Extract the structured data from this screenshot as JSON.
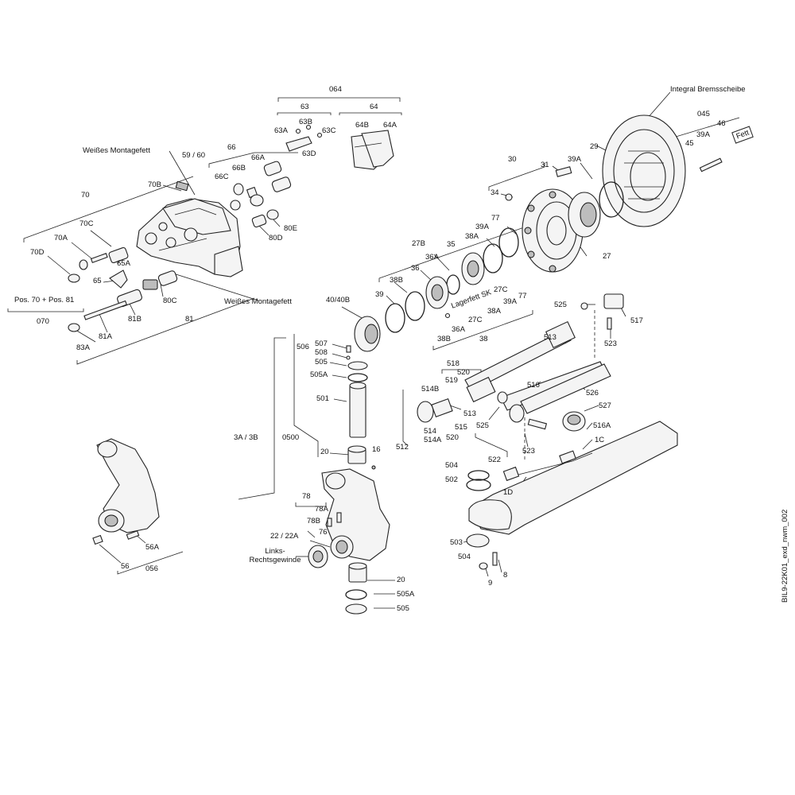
{
  "labels": {
    "064": "064",
    "63": "63",
    "64": "64",
    "63A": "63A",
    "63B": "63B",
    "63C": "63C",
    "63D": "63D",
    "64B": "64B",
    "64A": "64A",
    "66": "66",
    "66A": "66A",
    "66B": "66B",
    "66C": "66C",
    "59_60": "59 / 60",
    "70": "70",
    "70B": "70B",
    "70C": "70C",
    "70A": "70A",
    "70D": "70D",
    "65A": "65A",
    "65": "65",
    "80C": "80C",
    "80D": "80D",
    "80E": "80E",
    "81B": "81B",
    "81A": "81A",
    "81": "81",
    "83A": "83A",
    "070": "070",
    "045": "045",
    "46": "46",
    "39A_t": "39A",
    "45": "45",
    "29": "29",
    "30": "30",
    "31": "31",
    "39A_m": "39A",
    "34": "34",
    "77_t": "77",
    "39A_l": "39A",
    "38A_t": "38A",
    "27B": "27B",
    "35": "35",
    "36A_t": "36A",
    "36": "36",
    "27": "27",
    "38B_t": "38B",
    "39": "39",
    "40_40B": "40/40B",
    "27C": "27C",
    "77_b": "77",
    "39A_b": "39A",
    "38A_b": "38A",
    "27C_b": "27C",
    "36A_b": "36A",
    "38B_b": "38B",
    "38": "38",
    "525_t": "525",
    "517": "517",
    "523_t": "523",
    "513_t": "513",
    "518": "518",
    "520_t": "520",
    "519": "519",
    "514B": "514B",
    "516": "516",
    "526": "526",
    "527": "527",
    "516A": "516A",
    "513_b": "513",
    "514": "514",
    "514A": "514A",
    "515": "515",
    "520_b": "520",
    "525_b": "525",
    "512": "512",
    "523_b": "523",
    "522": "522",
    "1C": "1C",
    "504_t": "504",
    "502": "502",
    "1D": "1D",
    "503": "503",
    "504_b": "504",
    "8": "8",
    "9": "9",
    "507": "507",
    "508": "508",
    "506": "506",
    "505_t": "505",
    "505A_t": "505A",
    "501": "501",
    "3A_3B": "3A / 3B",
    "0500": "0500",
    "20_t": "20",
    "16": "16",
    "78": "78",
    "78A": "78A",
    "78B": "78B",
    "76": "76",
    "22_22A": "22 / 22A",
    "20_b": "20",
    "505A_b": "505A",
    "505_b": "505",
    "56A": "56A",
    "56": "56",
    "056": "056"
  },
  "annotations": {
    "weisses_1": "Weißes Montagefett",
    "weisses_2": "Weißes Montagefett",
    "pos70_81": "Pos. 70 + Pos. 81",
    "integral": "Integral Bremsscheibe",
    "lagerfett": "Lagerfett SK",
    "fett": "Fett",
    "links": "Links-\nRechtsgewinde"
  },
  "drawing_id": "BIL9-22K01_exd_nwm_002"
}
